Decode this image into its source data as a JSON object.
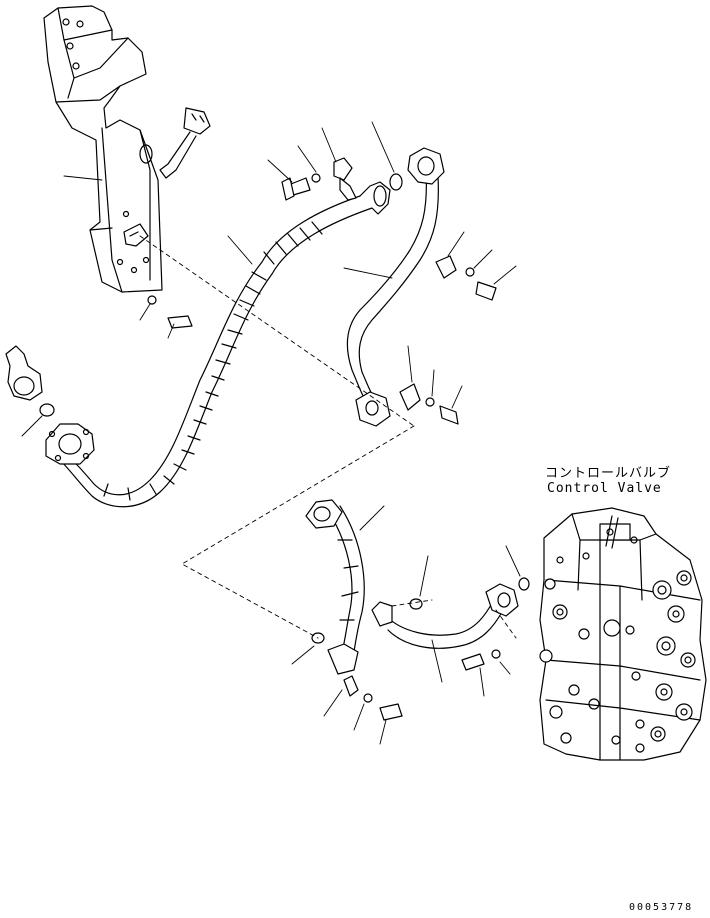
{
  "diagram": {
    "callout_jp": "コントロールバルブ",
    "callout_en": "Control Valve",
    "drawing_number": "00053778"
  }
}
